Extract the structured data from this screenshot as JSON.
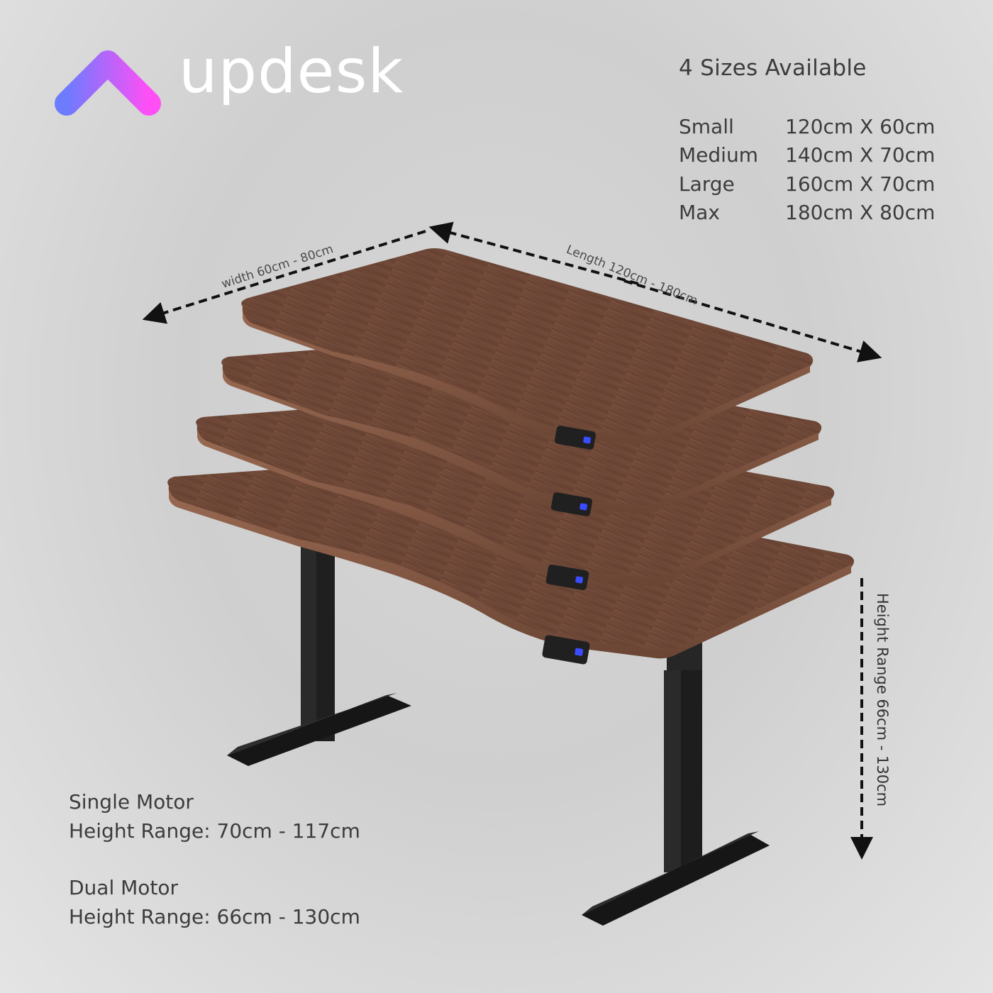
{
  "brand": {
    "name": "updesk",
    "logo_icon": "chevron-up-gradient-icon",
    "gradient_start": "#6d7bff",
    "gradient_end": "#ff4ff5"
  },
  "sizes": {
    "title": "4 Sizes Available",
    "items": [
      {
        "name": "Small",
        "dimensions": "120cm X 60cm"
      },
      {
        "name": "Medium",
        "dimensions": "140cm X 70cm"
      },
      {
        "name": "Large",
        "dimensions": "160cm X 70cm"
      },
      {
        "name": "Max",
        "dimensions": "180cm X 80cm"
      }
    ]
  },
  "dimension_labels": {
    "width": "width  60cm - 80cm",
    "length": "Length 120cm - 180cm",
    "height": "Height Range 66cm - 130cm"
  },
  "motors": {
    "single": {
      "title": "Single Motor",
      "range": "Height Range: 70cm - 117cm"
    },
    "dual": {
      "title": "Dual Motor",
      "range": "Height Range: 66cm - 130cm"
    }
  },
  "colors": {
    "wood": "#6b4636",
    "wood_edge": "#8a5d48",
    "frame": "#1e1e1e",
    "text": "#3c3c3c",
    "arrow": "#111111",
    "panel_led": "#3a4cff"
  }
}
